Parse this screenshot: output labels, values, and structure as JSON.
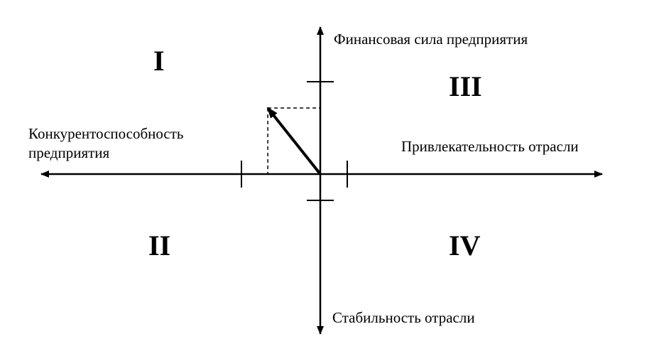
{
  "axes": {
    "top": "Финансовая сила предприятия",
    "left_line1": "Конкурентоспособность",
    "left_line2": "предприятия",
    "right": "Привлекательность отрасли",
    "bottom": "Стабильность отрасли"
  },
  "quadrants": {
    "top_left": "I",
    "bottom_left": "II",
    "top_right": "III",
    "bottom_right": "IV"
  },
  "vector": {
    "x": -0.66,
    "y": 0.71
  },
  "colors": {
    "line": "#000000",
    "background": "#ffffff"
  }
}
